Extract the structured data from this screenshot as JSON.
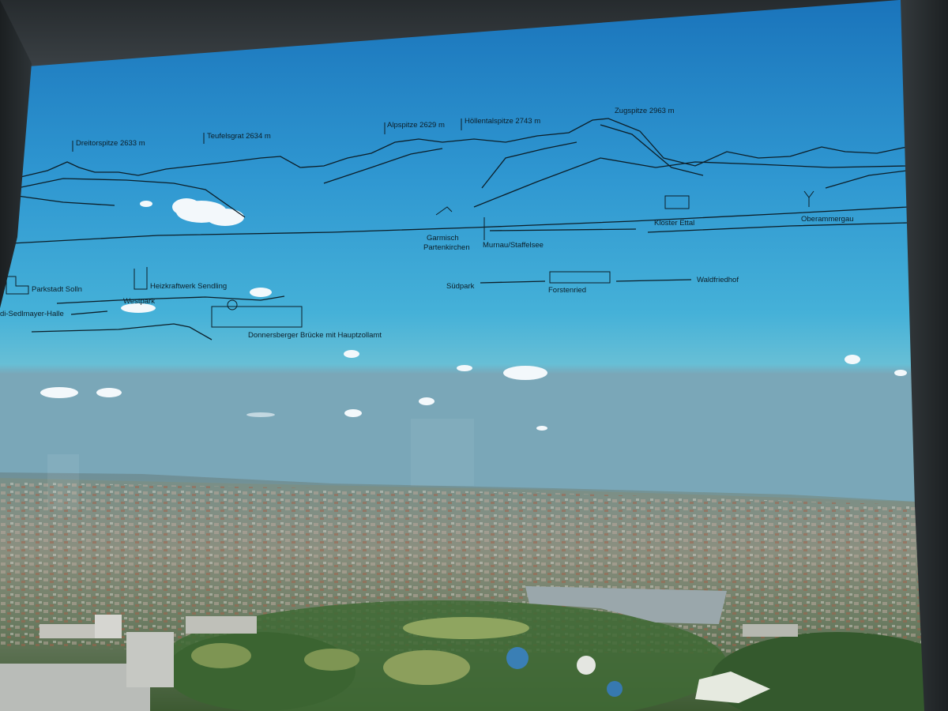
{
  "labels": {
    "dreitorspitze": "Dreitorspitze 2633 m",
    "teufelsgrat": "Teufelsgrat 2634 m",
    "alpspitze": "Alpspitze 2629 m",
    "hoellentalspitze": "Höllentalspitze 2743 m",
    "zugspitze": "Zugspitze 2963 m",
    "kloster_ettal": "Kloster Ettal",
    "oberammergau": "Oberammergau",
    "garmisch_line1": "Garmisch",
    "garmisch_line2": "Partenkirchen",
    "murnau": "Murnau/Staffelsee",
    "suedpark": "Südpark",
    "forstenried": "Forstenried",
    "waldfriedhof": "Waldfriedhof",
    "parkstadt_solln": "Parkstadt Solln",
    "heizkraftwerk": "Heizkraftwerk Sendling",
    "westpark": "Westpark",
    "sedlmayer": "di-Sedlmayer-Halle",
    "donnersberger": "Donnersberger Brücke mit Hauptzollamt"
  },
  "colors": {
    "sky_top": "#1d7cc0",
    "sky_mid": "#3aa6d6",
    "sky_horizon": "#54b9d6",
    "city": "#6f8c86",
    "greenery": "#3f6a35",
    "frame": "#262b2e",
    "etch_lines": "#0c1e28"
  }
}
